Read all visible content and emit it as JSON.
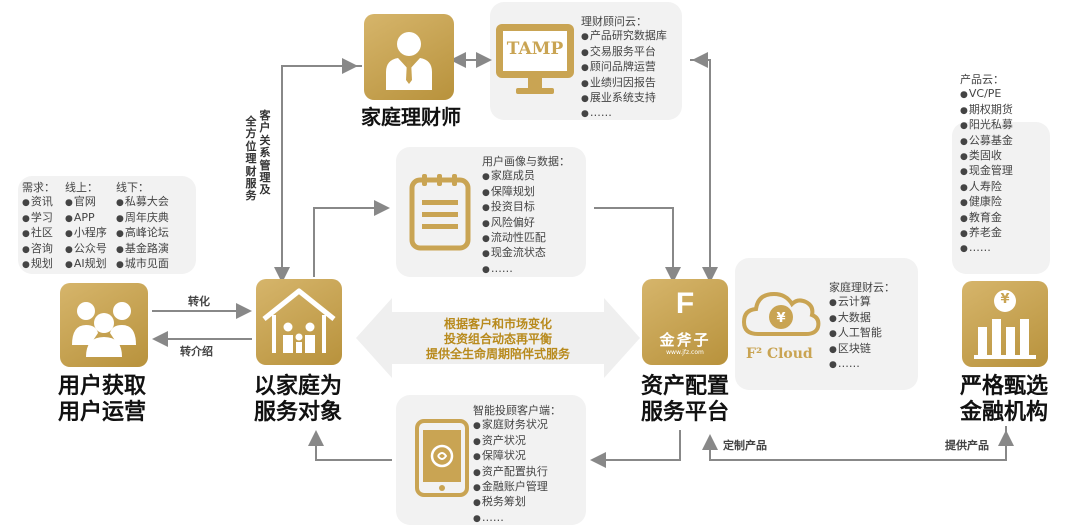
{
  "advisor": {
    "title": "家庭理财师"
  },
  "tamp": {
    "label": "TAMP",
    "title": "理财顾问云：",
    "items": [
      "产品研究数据库",
      "交易服务平台",
      "顾问品牌运营",
      "业绩归因报告",
      "展业系统支持",
      "……"
    ]
  },
  "service_vertical": {
    "col1": "全方位理财服务",
    "col2": "客户关系管理及"
  },
  "acquisition": {
    "title_line1": "用户获取",
    "title_line2": "用户运营",
    "needs": {
      "title": "需求：",
      "items": [
        "资讯",
        "学习",
        "社区",
        "咨询",
        "规划"
      ]
    },
    "online": {
      "title": "线上：",
      "items": [
        "官网",
        "APP",
        "小程序",
        "公众号",
        "AI规划"
      ]
    },
    "offline": {
      "title": "线下：",
      "items": [
        "私募大会",
        "周年庆典",
        "高峰论坛",
        "基金路演",
        "城市见面"
      ]
    }
  },
  "family": {
    "title_line1": "以家庭为",
    "title_line2": "服务对象"
  },
  "flows": {
    "convert": "转化",
    "referral": "转介绍",
    "custom_product": "定制产品",
    "provide_product": "提供产品"
  },
  "profile": {
    "title": "用户画像与数据：",
    "items": [
      "家庭成员",
      "保障规划",
      "投资目标",
      "风险偏好",
      "流动性匹配",
      "现金流状态",
      "……"
    ]
  },
  "center": {
    "line1": "根据客户和市场变化",
    "line2": "投资组合动态再平衡",
    "line3": "提供全生命周期陪伴式服务"
  },
  "platform": {
    "title_line1": "资产配置",
    "title_line2": "服务平台",
    "logo_text": "金斧子",
    "logo_sub": "www.jfz.com",
    "logo_letter": "F"
  },
  "cloud": {
    "label": "F² Cloud",
    "title": "家庭理财云：",
    "items": [
      "云计算",
      "大数据",
      "人工智能",
      "区块链",
      "……"
    ]
  },
  "products": {
    "title": "产品云：",
    "items": [
      "VC/PE",
      "期权期货",
      "阳光私募",
      "公募基金",
      "类固收",
      "现金管理",
      "人寿险",
      "健康险",
      "教育金",
      "养老金",
      "……"
    ]
  },
  "institution": {
    "title_line1": "严格甄选",
    "title_line2": "金融机构",
    "symbol": "¥"
  },
  "robo": {
    "title": "智能投顾客户端：",
    "items": [
      "家庭财务状况",
      "资产状况",
      "保障状况",
      "资产配置执行",
      "金融账户管理",
      "税务筹划",
      "……"
    ]
  }
}
